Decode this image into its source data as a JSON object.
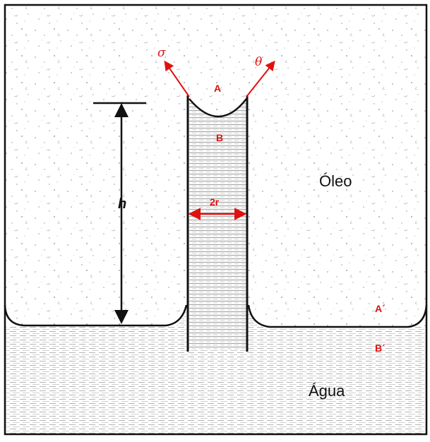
{
  "colors": {
    "outline": "#111111",
    "annotation": "#e01010",
    "water_stripe": "#bdbdbd",
    "oil_speckle": "#8a8a8a",
    "background": "#ffffff"
  },
  "labels": {
    "sigma": "σ",
    "theta": "θ",
    "point_a": "A",
    "point_b": "B",
    "point_a_prime": "A´",
    "point_b_prime": "B´",
    "height": "h",
    "diameter": "2r",
    "oil": "Óleo",
    "water": "Água"
  },
  "icons": {
    "height_arrow": "double-headed-vertical-arrow",
    "diameter_arrow": "double-headed-horizontal-arrow",
    "tension_vector": "arrow"
  }
}
